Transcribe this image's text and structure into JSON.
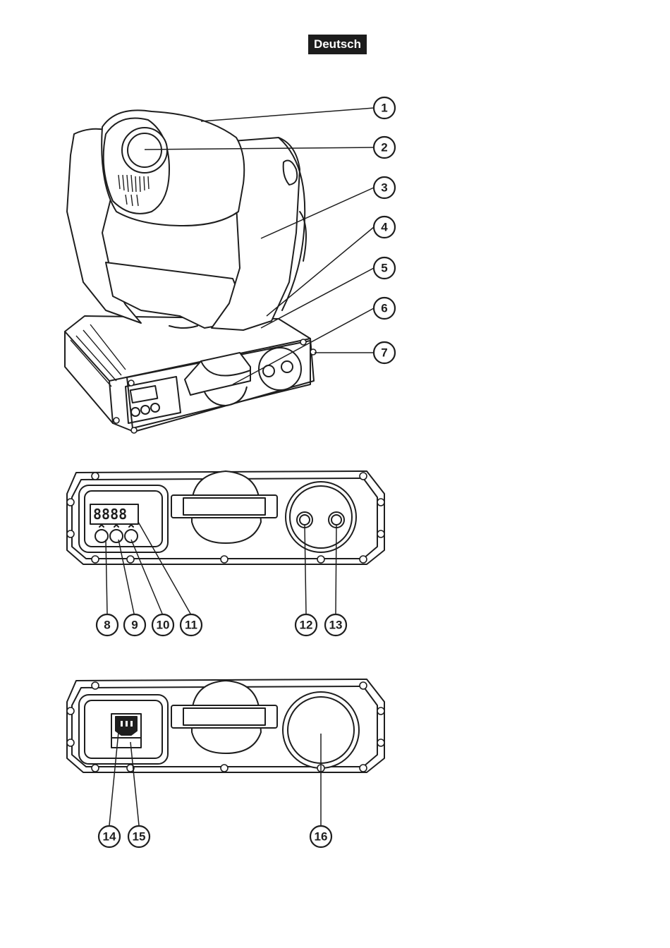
{
  "header": {
    "language_badge": "Deutsch"
  },
  "callouts": [
    "1",
    "2",
    "3",
    "4",
    "5",
    "6",
    "7",
    "8",
    "9",
    "10",
    "11",
    "12",
    "13",
    "14",
    "15",
    "16"
  ],
  "front_panel": {
    "display_digits": "8888"
  }
}
